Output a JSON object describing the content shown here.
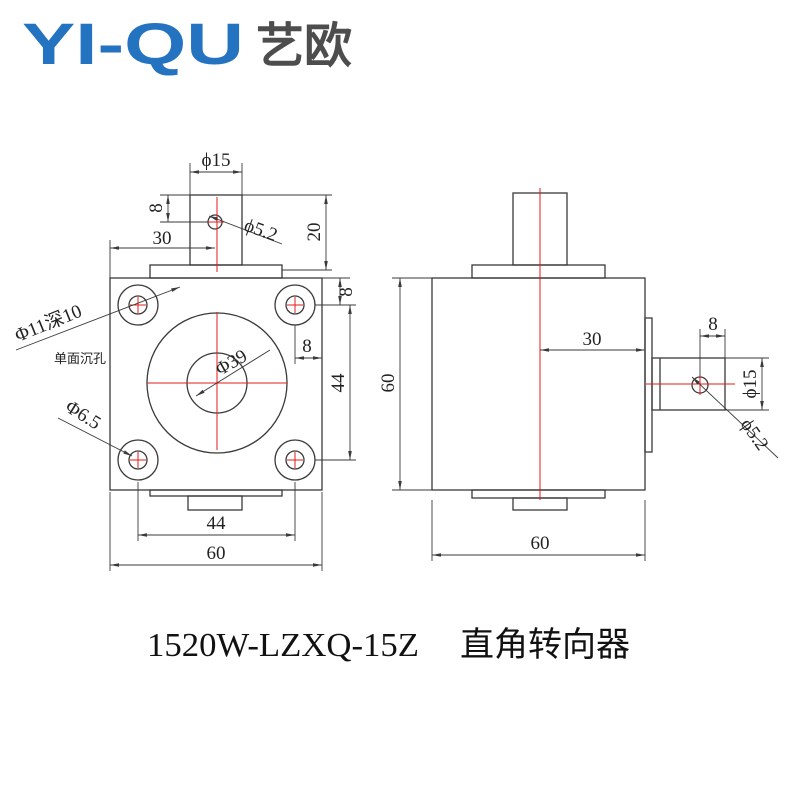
{
  "logo": {
    "latin": "YI-QU",
    "chinese": "艺欧"
  },
  "front_view": {
    "shaft_diameter": "ϕ15",
    "pin_offset": "8",
    "shaft_length": "20",
    "pin_hole": "ϕ5.2",
    "shaft_offset": "30",
    "hole_edge_offset_top": "8",
    "counterbore": "Φ11深10",
    "counterbore_note": "单面沉孔",
    "center_bore": "Φ39",
    "hole_edge_offset_side": "8",
    "hole_spacing_vertical": "44",
    "mounting_hole": "Φ6.5",
    "hole_spacing_horizontal": "44",
    "body_width": "60"
  },
  "side_view": {
    "body_height": "60",
    "shaft_offset": "30",
    "pin_offset": "8",
    "shaft_diameter": "ϕ15",
    "pin_hole": "ϕ5.2",
    "body_width": "60"
  },
  "title": {
    "model": "1520W-LZXQ-15Z",
    "name": "直角转向器"
  },
  "colors": {
    "logo_blue": "#2373c1",
    "logo_gray": "#4d4d4d",
    "centerline_red": "#e31b1b",
    "line_dark": "#3a3a3a"
  }
}
